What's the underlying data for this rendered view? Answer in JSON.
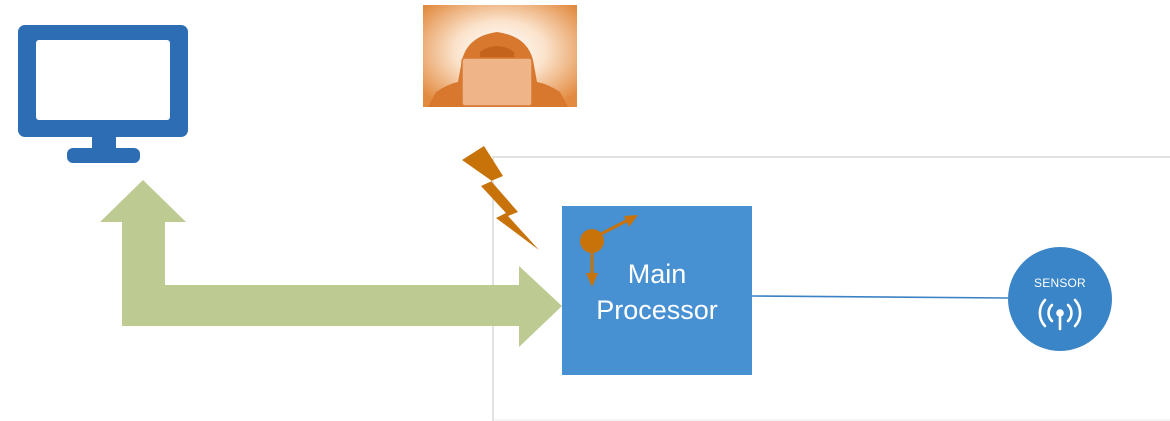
{
  "processor": {
    "line1": "Main",
    "line2": "Processor"
  },
  "sensor": {
    "label": "SENSOR",
    "icon": "wireless-signal-icon"
  },
  "icons": {
    "workstation": "monitor-icon",
    "attacker": "hooded-hacker-icon",
    "attack": "lightning-bolt-icon",
    "processor_badge": "pin-arrows-icon"
  },
  "colors": {
    "monitor": "#2d6db4",
    "processor": "#4791d3",
    "sensor": "#3a85c8",
    "link_line": "#3b82c4",
    "bus_arrow": "#b9c88d",
    "attack": "#c8720a",
    "boundary": "#d9d9d9",
    "attacker_bg": "#e8964e"
  }
}
